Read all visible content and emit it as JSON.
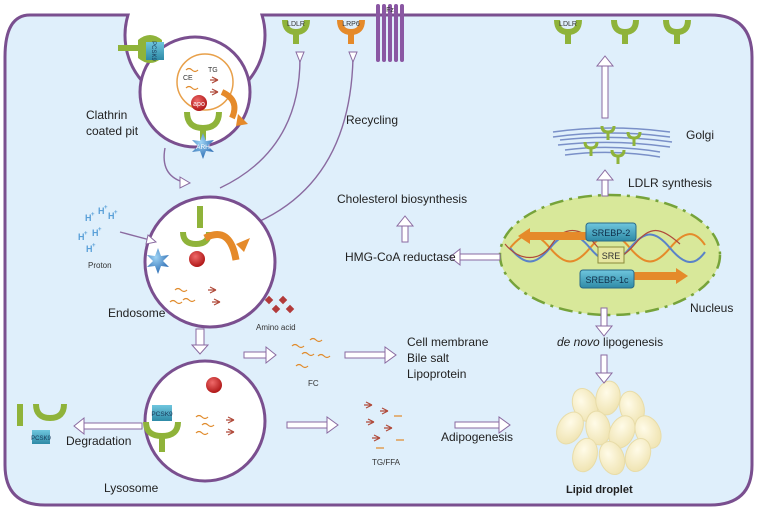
{
  "receptors": {
    "ldlr": "LDLR",
    "lrp6": "LRP6",
    "fz": "Fz",
    "ldlr_top_right": "LDLR"
  },
  "pit": {
    "label_line1": "Clathrin",
    "label_line2": "coated pit",
    "pcsk9": "PCSK9",
    "ce": "CE",
    "tg": "TG",
    "apo": "apo",
    "arh": "ARH"
  },
  "labels": {
    "recycling": "Recycling",
    "golgi": "Golgi",
    "ldlr_synthesis": "LDLR synthesis",
    "cholesterol_biosynthesis": "Cholesterol biosynthesis",
    "hmg_coa": "HMG-CoA reductase",
    "proton": "Proton",
    "endosome": "Endosome",
    "amino_acid": "Amino acid",
    "nucleus": "Nucleus",
    "de_novo_italic": "de novo",
    "lipogenesis": " lipogenesis",
    "cell_membrane": "Cell membrane",
    "bile_salt": "Bile salt",
    "lipoprotein": "Lipoprotein",
    "fc": "FC",
    "degradation": "Degradation",
    "lysosome": "Lysosome",
    "tg_ffa": "TG/FFA",
    "adipogenesis": "Adipogenesis",
    "lipid_droplet": "Lipid droplet",
    "proton_symbol": "H",
    "proton_charge": "+"
  },
  "nucleus_boxes": {
    "srebp2": "SREBP-2",
    "sre": "SRE",
    "srebp1c": "SREBP-1c"
  },
  "lysosome": {
    "pcsk9": "PCSK9"
  },
  "degradation_pcsk9": "PCSK9",
  "colors": {
    "cell_fill": "#dfeffb",
    "cell_stroke": "#7a4f8f",
    "receptor_green": "#8fb33a",
    "lrp6_orange": "#e58a2a",
    "fz_purple": "#8a57a3",
    "nucleus_fill": "#d8e89a",
    "srebp_teal": "#43a8c0",
    "arrow_fill": "#ffffff",
    "arrow_stroke": "#8a6aa0"
  }
}
